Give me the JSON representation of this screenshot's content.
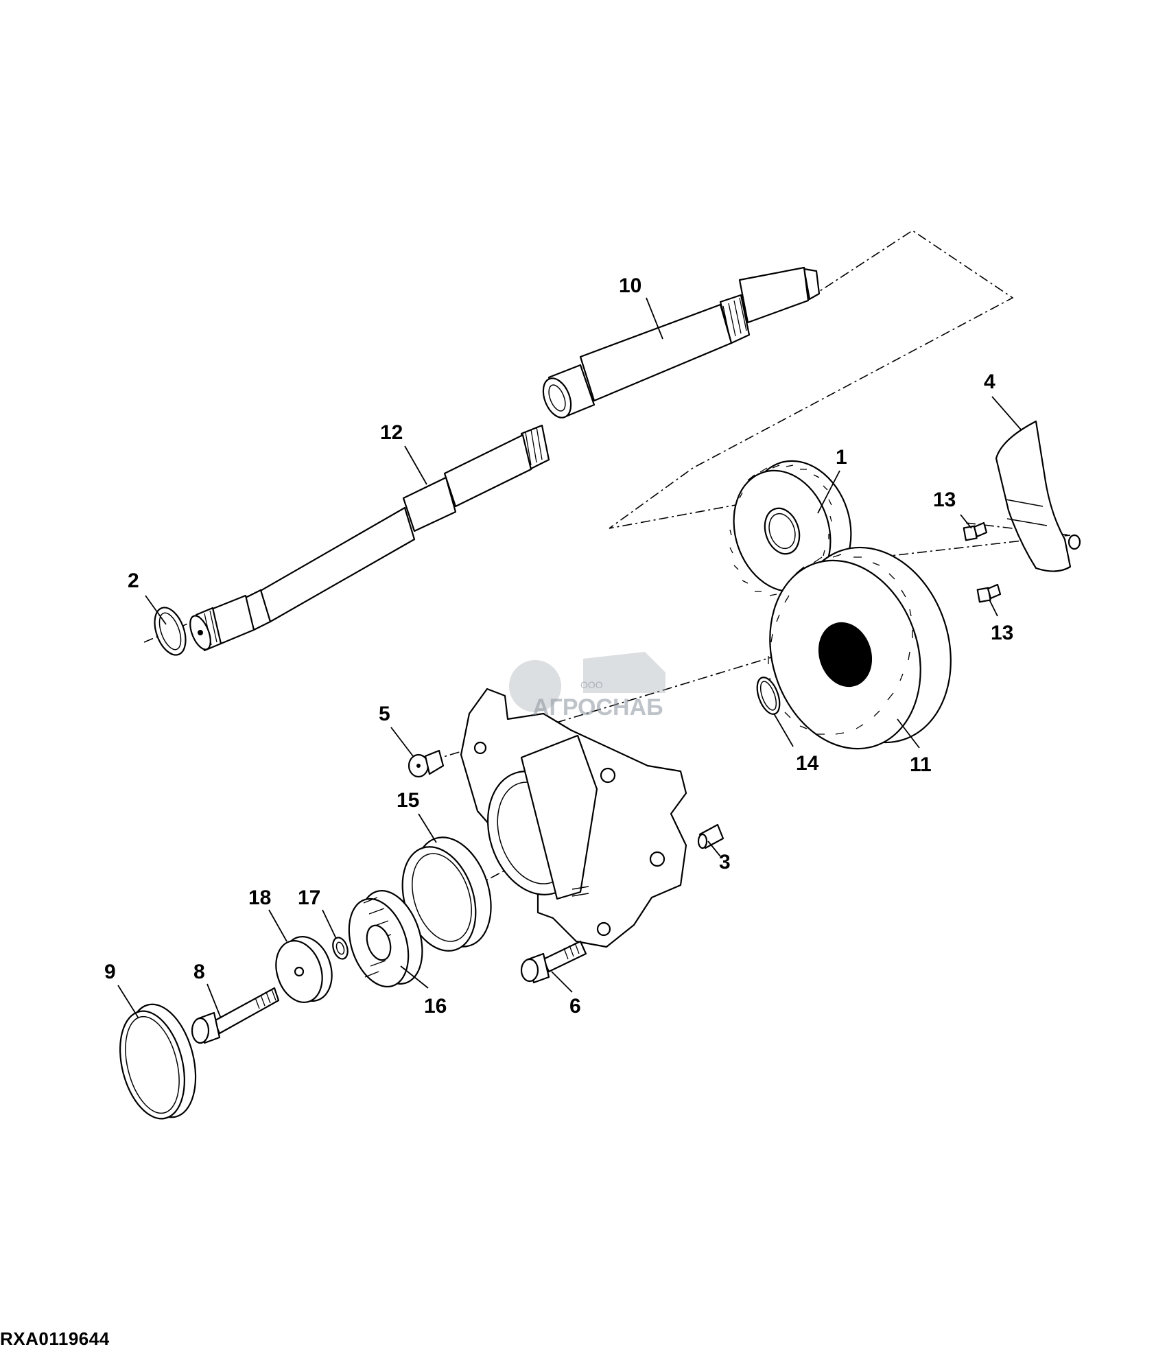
{
  "callouts": [
    {
      "id": "c1",
      "label": "1"
    },
    {
      "id": "c2",
      "label": "2"
    },
    {
      "id": "c3",
      "label": "3"
    },
    {
      "id": "c4",
      "label": "4"
    },
    {
      "id": "c5",
      "label": "5"
    },
    {
      "id": "c6",
      "label": "6"
    },
    {
      "id": "c8",
      "label": "8"
    },
    {
      "id": "c9",
      "label": "9"
    },
    {
      "id": "c10",
      "label": "10"
    },
    {
      "id": "c11",
      "label": "11"
    },
    {
      "id": "c12",
      "label": "12"
    },
    {
      "id": "c13a",
      "label": "13"
    },
    {
      "id": "c13b",
      "label": "13"
    },
    {
      "id": "c14",
      "label": "14"
    },
    {
      "id": "c15",
      "label": "15"
    },
    {
      "id": "c16",
      "label": "16"
    },
    {
      "id": "c17",
      "label": "17"
    },
    {
      "id": "c18",
      "label": "18"
    }
  ],
  "watermark": {
    "small": "ООО",
    "name": "АГРОСНАБ"
  },
  "figure_id": "RXA0119644"
}
